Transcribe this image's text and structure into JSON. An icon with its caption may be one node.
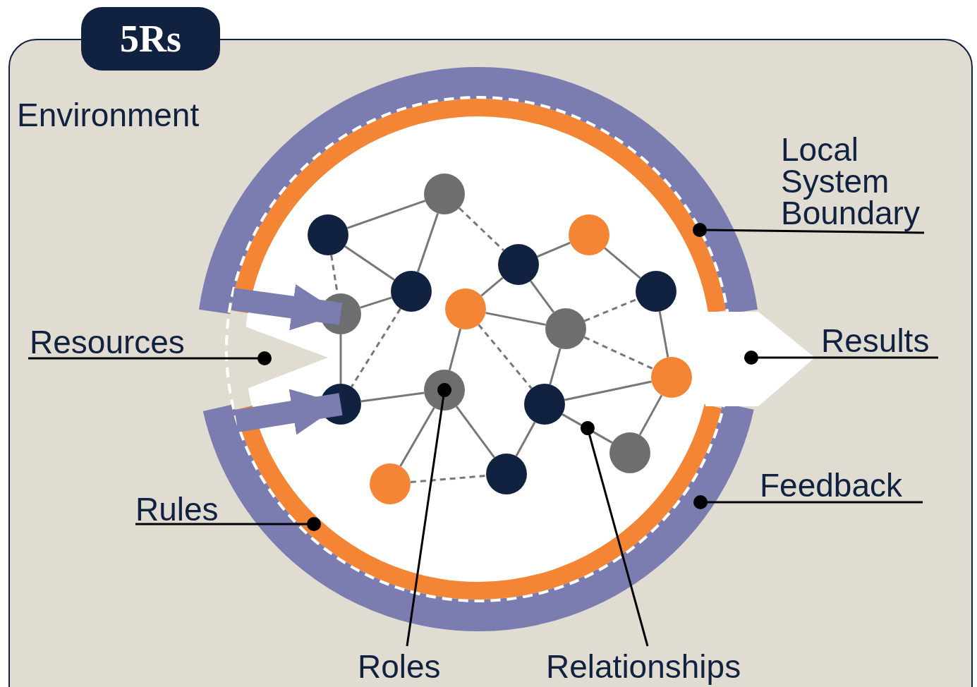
{
  "diagram": {
    "title": "5Rs",
    "nodes": [
      {
        "text": [
          "Environment"
        ]
      },
      {
        "text": [
          "Local System Boundary"
        ],
        "in": 0
      },
      {
        "text": [
          "Resources"
        ],
        "in": 0
      },
      {
        "text": [
          "Results"
        ],
        "in": 0
      },
      {
        "text": [
          "Feedback"
        ],
        "in": 0
      },
      {
        "text": [
          "Rules"
        ],
        "in": 0
      },
      {
        "text": [
          "Roles"
        ],
        "in": 0
      },
      {
        "text": [
          "Relationships"
        ],
        "in": 0
      },
      {
        "text": [],
        "shape": "circle",
        "in": 0
      },
      {
        "text": [],
        "shape": "circle",
        "in": 8
      },
      {
        "text": [],
        "shape": "circle",
        "in": 9
      },
      {
        "text": [],
        "shape": "circle",
        "in": 9
      },
      {
        "text": [],
        "shape": "circle",
        "in": 9
      },
      {
        "text": [],
        "shape": "circle",
        "in": 9
      },
      {
        "text": [],
        "shape": "circle",
        "in": 9
      },
      {
        "text": [],
        "shape": "circle",
        "in": 9
      },
      {
        "text": [],
        "shape": "circle",
        "in": 9
      },
      {
        "text": [],
        "shape": "circle",
        "in": 9
      },
      {
        "text": [],
        "shape": "circle",
        "in": 9
      },
      {
        "text": [],
        "shape": "circle",
        "in": 9
      },
      {
        "text": [],
        "shape": "circle",
        "in": 9
      },
      {
        "text": [],
        "shape": "circle",
        "in": 9
      },
      {
        "text": [],
        "shape": "circle",
        "in": 9
      },
      {
        "text": [],
        "shape": "circle",
        "in": 9
      },
      {
        "text": [],
        "shape": "circle",
        "in": 9
      },
      {
        "text": [],
        "shape": "circle",
        "in": 9
      },
      {
        "text": [],
        "shape": "arrow",
        "in": 9
      },
      {
        "text": [],
        "shape": "arrow",
        "in": 0
      }
    ],
    "edges": [
      {
        "from": 1,
        "to": 9,
        "arrow": "other",
        "color": "#000000"
      },
      {
        "from": 2,
        "to": 26,
        "arrow": "other",
        "color": "#000000"
      },
      {
        "from": 3,
        "to": 27,
        "arrow": "other",
        "color": "#000000"
      },
      {
        "from": 4,
        "to": 8,
        "arrow": "other",
        "color": "#000000"
      },
      {
        "from": 5,
        "to": 9,
        "arrow": "other",
        "color": "#000000"
      },
      {
        "from": 6,
        "to": 20,
        "arrow": "other",
        "color": "#000000"
      },
      {
        "from": 7,
        "to": 9,
        "arrow": "other",
        "color": "#000000"
      },
      {
        "from": 11,
        "to": 10,
        "arrow": "none"
      },
      {
        "from": 10,
        "to": 14,
        "arrow": "none"
      },
      {
        "from": 10,
        "to": 13,
        "arrow": "none",
        "style": "dashed"
      },
      {
        "from": 11,
        "to": 14,
        "arrow": "none"
      },
      {
        "from": 11,
        "to": 17,
        "arrow": "none",
        "style": "dashed"
      },
      {
        "from": 17,
        "to": 14,
        "arrow": "none"
      },
      {
        "from": 17,
        "to": 21,
        "arrow": "none"
      },
      {
        "from": 14,
        "to": 21,
        "arrow": "none",
        "style": "dashed"
      },
      {
        "from": 16,
        "to": 13,
        "arrow": "none"
      },
      {
        "from": 16,
        "to": 18,
        "arrow": "none"
      },
      {
        "from": 16,
        "to": 22,
        "arrow": "none",
        "style": "dashed"
      },
      {
        "from": 16,
        "to": 20,
        "arrow": "none"
      },
      {
        "from": 13,
        "to": 12,
        "arrow": "none"
      },
      {
        "from": 13,
        "to": 18,
        "arrow": "none"
      },
      {
        "from": 12,
        "to": 15,
        "arrow": "none"
      },
      {
        "from": 18,
        "to": 15,
        "arrow": "none",
        "style": "dashed"
      },
      {
        "from": 18,
        "to": 19,
        "arrow": "none",
        "style": "dashed"
      },
      {
        "from": 15,
        "to": 19,
        "arrow": "none"
      },
      {
        "from": 18,
        "to": 22,
        "arrow": "none"
      },
      {
        "from": 21,
        "to": 20,
        "arrow": "none"
      },
      {
        "from": 20,
        "to": 25,
        "arrow": "none"
      },
      {
        "from": 20,
        "to": 24,
        "arrow": "none"
      },
      {
        "from": 22,
        "to": 19,
        "arrow": "none"
      },
      {
        "from": 22,
        "to": 24,
        "arrow": "none"
      },
      {
        "from": 22,
        "to": 23,
        "arrow": "none"
      },
      {
        "from": 23,
        "to": 19,
        "arrow": "none"
      },
      {
        "from": 25,
        "to": 24,
        "arrow": "none",
        "style": "dashed"
      },
      {
        "from": null,
        "to": 17,
        "arrow": "to",
        "style": "thick",
        "color": "#7b7cb0"
      },
      {
        "from": null,
        "to": 21,
        "arrow": "to",
        "style": "thick",
        "color": "#7b7cb0"
      }
    ]
  }
}
